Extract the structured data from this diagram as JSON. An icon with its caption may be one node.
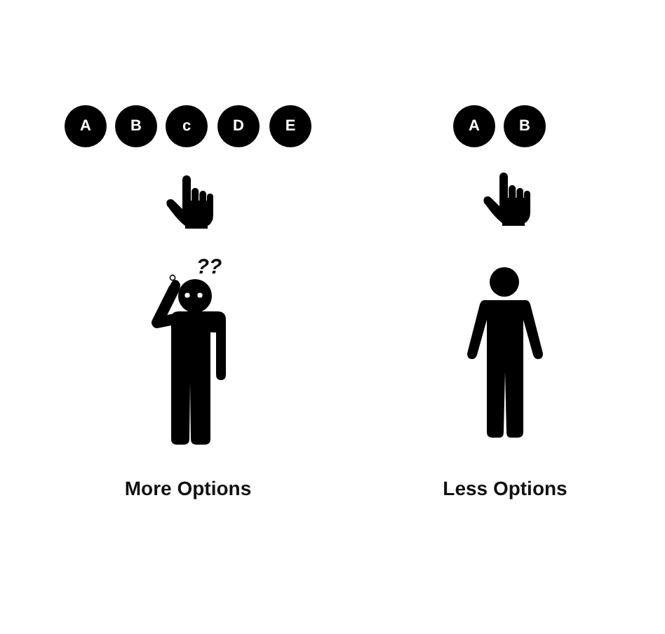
{
  "diagram": {
    "nodes": [
      {
        "text": [
          "A"
        ]
      },
      {
        "text": [
          "B"
        ]
      },
      {
        "text": [
          "c"
        ]
      },
      {
        "text": [
          "D"
        ]
      },
      {
        "text": [
          "E"
        ]
      },
      {
        "text": [
          "A"
        ]
      },
      {
        "text": [
          "B"
        ]
      }
    ],
    "labels": [
      "??",
      "More Options",
      "Less Options"
    ]
  }
}
